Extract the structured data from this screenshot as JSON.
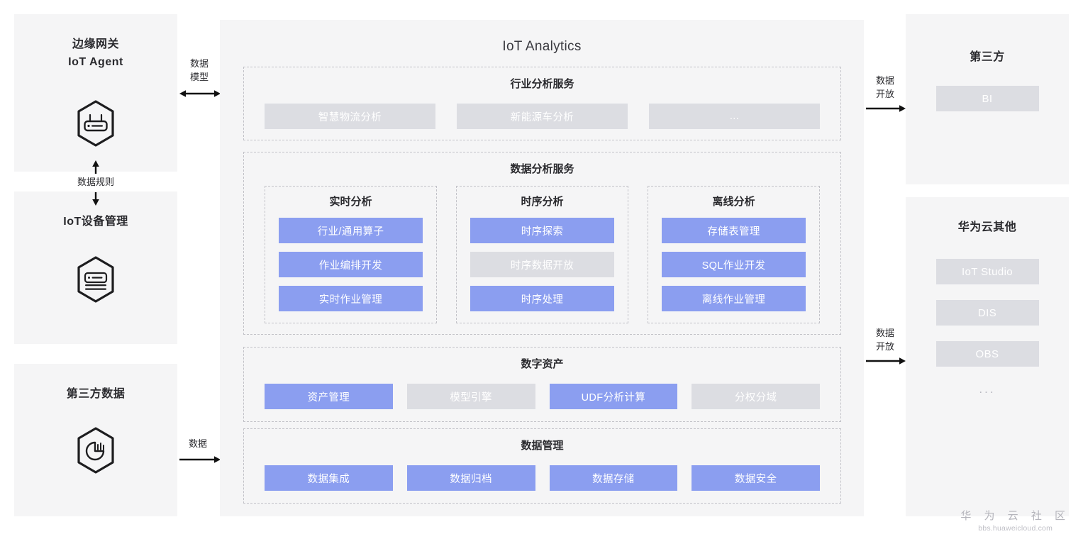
{
  "diagram": {
    "center_title": "IoT Analytics"
  },
  "left": {
    "panels": [
      {
        "title_line1": "边缘网关",
        "title_line2": "IoT Agent",
        "icon": "hexagon-gateway-icon"
      },
      {
        "title_line1": "IoT设备管理",
        "title_line2": "",
        "icon": "hexagon-server-icon"
      },
      {
        "title_line1": "第三方数据",
        "title_line2": "",
        "icon": "hexagon-piechart-icon"
      }
    ]
  },
  "connectors": {
    "data_model": {
      "label": "数据\n模型",
      "direction": "bidirectional-horizontal"
    },
    "data_rule": {
      "label": "数据规则",
      "direction": "bidirectional-vertical"
    },
    "data_in": {
      "label": "数据",
      "direction": "right"
    },
    "data_open_top": {
      "label": "数据\n开放",
      "direction": "right"
    },
    "data_open_bottom": {
      "label": "数据\n开放",
      "direction": "right"
    }
  },
  "sections": {
    "industry": {
      "title": "行业分析服务",
      "chips": [
        {
          "label": "智慧物流分析",
          "state": "gray"
        },
        {
          "label": "新能源车分析",
          "state": "gray"
        },
        {
          "label": "...",
          "state": "gray"
        }
      ]
    },
    "analysis": {
      "title": "数据分析服务",
      "columns": [
        {
          "title": "实时分析",
          "chips": [
            {
              "label": "行业/通用算子",
              "state": "blue"
            },
            {
              "label": "作业编排开发",
              "state": "blue"
            },
            {
              "label": "实时作业管理",
              "state": "blue"
            }
          ]
        },
        {
          "title": "时序分析",
          "chips": [
            {
              "label": "时序探索",
              "state": "blue"
            },
            {
              "label": "时序数据开放",
              "state": "gray"
            },
            {
              "label": "时序处理",
              "state": "blue"
            }
          ]
        },
        {
          "title": "离线分析",
          "chips": [
            {
              "label": "存储表管理",
              "state": "blue"
            },
            {
              "label": "SQL作业开发",
              "state": "blue"
            },
            {
              "label": "离线作业管理",
              "state": "blue"
            }
          ]
        }
      ]
    },
    "assets": {
      "title": "数字资产",
      "chips": [
        {
          "label": "资产管理",
          "state": "blue"
        },
        {
          "label": "模型引擎",
          "state": "gray"
        },
        {
          "label": "UDF分析计算",
          "state": "blue"
        },
        {
          "label": "分权分域",
          "state": "gray"
        }
      ]
    },
    "datamgmt": {
      "title": "数据管理",
      "chips": [
        {
          "label": "数据集成",
          "state": "blue"
        },
        {
          "label": "数据归档",
          "state": "blue"
        },
        {
          "label": "数据存储",
          "state": "blue"
        },
        {
          "label": "数据安全",
          "state": "blue"
        }
      ]
    }
  },
  "right": {
    "third_party": {
      "title": "第三方",
      "chips": [
        {
          "label": "BI",
          "state": "gray"
        }
      ]
    },
    "huawei_cloud": {
      "title": "华为云其他",
      "chips": [
        {
          "label": "IoT Studio",
          "state": "gray"
        },
        {
          "label": "DIS",
          "state": "gray"
        },
        {
          "label": "OBS",
          "state": "gray"
        }
      ],
      "ellipsis": "..."
    }
  },
  "watermark": {
    "title": "华 为 云 社 区",
    "url": "bbs.huaweicloud.com"
  },
  "colors": {
    "blue_chip": "#8b9ef0",
    "gray_chip": "#dcdde2",
    "panel_bg": "#f5f5f6",
    "dashed_border": "#c2c2c8",
    "text_dark": "#2a2a2e"
  }
}
